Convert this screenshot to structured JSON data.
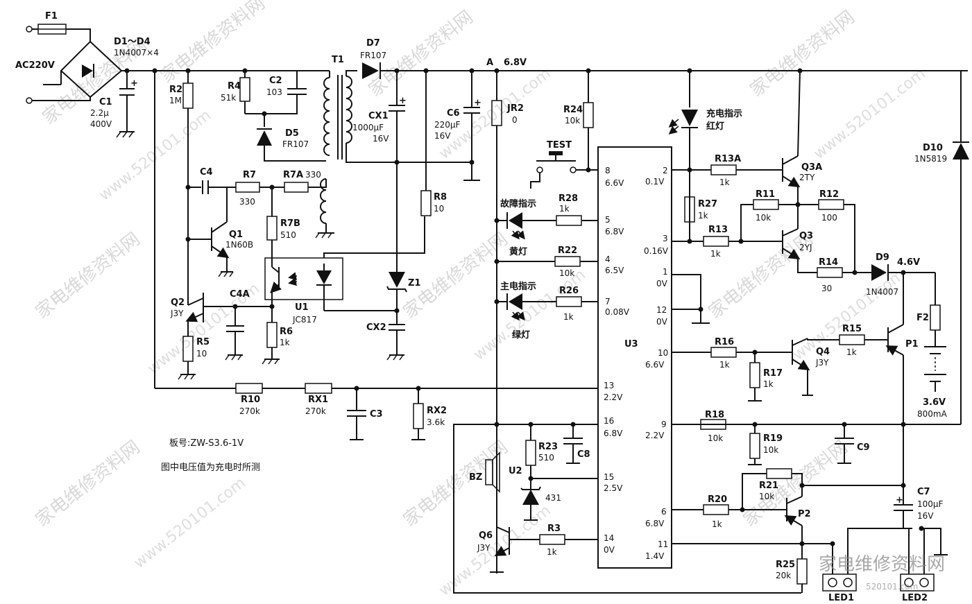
{
  "board": {
    "model_label": "板号:ZW-S3.6-1V",
    "note_label": "图中电压值为充电时所测"
  },
  "input": {
    "fuse": "F1",
    "ac": "AC220V"
  },
  "parts": {
    "d1_d4": {
      "name": "D1～D4",
      "value": "1N4007×4"
    },
    "c1": {
      "name": "C1",
      "value": "2.2μ",
      "volt": "400V"
    },
    "r2": {
      "name": "R2",
      "value": "1M"
    },
    "r4": {
      "name": "R4",
      "value": "51k"
    },
    "c2": {
      "name": "C2",
      "value": "103"
    },
    "d5": {
      "name": "D5",
      "value": "FR107"
    },
    "t1": {
      "name": "T1"
    },
    "c4": {
      "name": "C4"
    },
    "r7": {
      "name": "R7",
      "value": "330"
    },
    "r7a": {
      "name": "R7A",
      "value": "330"
    },
    "r7b": {
      "name": "R7B",
      "value": "510"
    },
    "q1": {
      "name": "Q1",
      "value": "1N60B"
    },
    "q2": {
      "name": "Q2",
      "value": "J3Y"
    },
    "c4a": {
      "name": "C4A"
    },
    "r5": {
      "name": "R5",
      "value": "10"
    },
    "r6": {
      "name": "R6",
      "value": "1k"
    },
    "u1": {
      "name": "U1",
      "value": "JC817"
    },
    "d7": {
      "name": "D7",
      "value": "FR107"
    },
    "cx1": {
      "name": "CX1",
      "value": "1000μF",
      "volt": "16V"
    },
    "c6": {
      "name": "C6",
      "value": "220μF",
      "volt": "16V"
    },
    "r8": {
      "name": "R8",
      "value": "10"
    },
    "z1": {
      "name": "Z1"
    },
    "cx2": {
      "name": "CX2"
    },
    "node_a": {
      "name": "A",
      "volt": "6.8V"
    },
    "jr2": {
      "name": "JR2",
      "value": "0"
    },
    "r24": {
      "name": "R24",
      "value": "10k"
    },
    "test": {
      "name": "TEST"
    },
    "r28": {
      "name": "R28",
      "value": "1k"
    },
    "r22": {
      "name": "R22",
      "value": "10k"
    },
    "r26": {
      "name": "R26",
      "value": "1k"
    },
    "fault_led": {
      "name": "故障指示",
      "color": "黄灯"
    },
    "main_led": {
      "name": "主电指示",
      "color": "绿灯"
    },
    "charge_led": {
      "name": "充电指示",
      "color": "红灯"
    },
    "r10": {
      "name": "R10",
      "value": "270k"
    },
    "rx1": {
      "name": "RX1",
      "value": "270k"
    },
    "c3": {
      "name": "C3"
    },
    "rx2": {
      "name": "RX2",
      "value": "3.6k"
    },
    "r23": {
      "name": "R23",
      "value": "510"
    },
    "c8": {
      "name": "C8"
    },
    "u2": {
      "name": "U2",
      "value": "431"
    },
    "bz": {
      "name": "BZ"
    },
    "q6": {
      "name": "Q6",
      "value": "J3Y"
    },
    "r3": {
      "name": "R3",
      "value": "1k"
    },
    "u3": {
      "name": "U3"
    },
    "r13a": {
      "name": "R13A",
      "value": "1k"
    },
    "r27": {
      "name": "R27",
      "value": "1k"
    },
    "r13": {
      "name": "R13",
      "value": "1k"
    },
    "r11": {
      "name": "R11",
      "value": "10k"
    },
    "r12": {
      "name": "R12",
      "value": "100"
    },
    "q3a": {
      "name": "Q3A",
      "value": "2TY"
    },
    "q3": {
      "name": "Q3",
      "value": "2YJ"
    },
    "r14": {
      "name": "R14",
      "value": "30"
    },
    "d9": {
      "name": "D9",
      "value": "1N4007"
    },
    "d10": {
      "name": "D10",
      "value": "1N5819"
    },
    "batt_node": {
      "volt": "4.6V"
    },
    "f2": {
      "name": "F2"
    },
    "battery": {
      "volt": "3.6V",
      "capacity": "800mA"
    },
    "r16": {
      "name": "R16",
      "value": "1k"
    },
    "r17": {
      "name": "R17",
      "value": "1k"
    },
    "q4": {
      "name": "Q4",
      "value": "J3Y"
    },
    "r15": {
      "name": "R15",
      "value": "1k"
    },
    "p1": {
      "name": "P1"
    },
    "r18": {
      "name": "R18",
      "value": "10k"
    },
    "r19": {
      "name": "R19",
      "value": "10k"
    },
    "c9": {
      "name": "C9"
    },
    "r21": {
      "name": "R21",
      "value": "10k"
    },
    "c7": {
      "name": "C7",
      "value": "100μF",
      "volt": "16V"
    },
    "r20": {
      "name": "R20",
      "value": "1k"
    },
    "p2": {
      "name": "P2"
    },
    "r25": {
      "name": "R25",
      "value": "20k"
    },
    "led1": {
      "name": "LED1"
    },
    "led2": {
      "name": "LED2"
    }
  },
  "u3_pins": [
    {
      "num": "8",
      "volt": "6.6V"
    },
    {
      "num": "5",
      "volt": "6.8V"
    },
    {
      "num": "4",
      "volt": "6.5V"
    },
    {
      "num": "7",
      "volt": "0.08V"
    },
    {
      "num": "13",
      "volt": "2.2V"
    },
    {
      "num": "16",
      "volt": "6.8V"
    },
    {
      "num": "15",
      "volt": "2.5V"
    },
    {
      "num": "14",
      "volt": "0V"
    },
    {
      "num": "2",
      "volt": "0.1V"
    },
    {
      "num": "3",
      "volt": "0.16V"
    },
    {
      "num": "1",
      "volt": "0V"
    },
    {
      "num": "12",
      "volt": "0V"
    },
    {
      "num": "10",
      "volt": "6.6V"
    },
    {
      "num": "9",
      "volt": "2.2V"
    },
    {
      "num": "6",
      "volt": "6.8V"
    },
    {
      "num": "11",
      "volt": "1.4V"
    }
  ],
  "watermarks": {
    "site_cn": "家电维修资料网",
    "site_url": "www.520101.com",
    "site_num": "520101.com",
    "logo_cn": "家电维修资料网",
    "logo_url": "520101.com"
  }
}
